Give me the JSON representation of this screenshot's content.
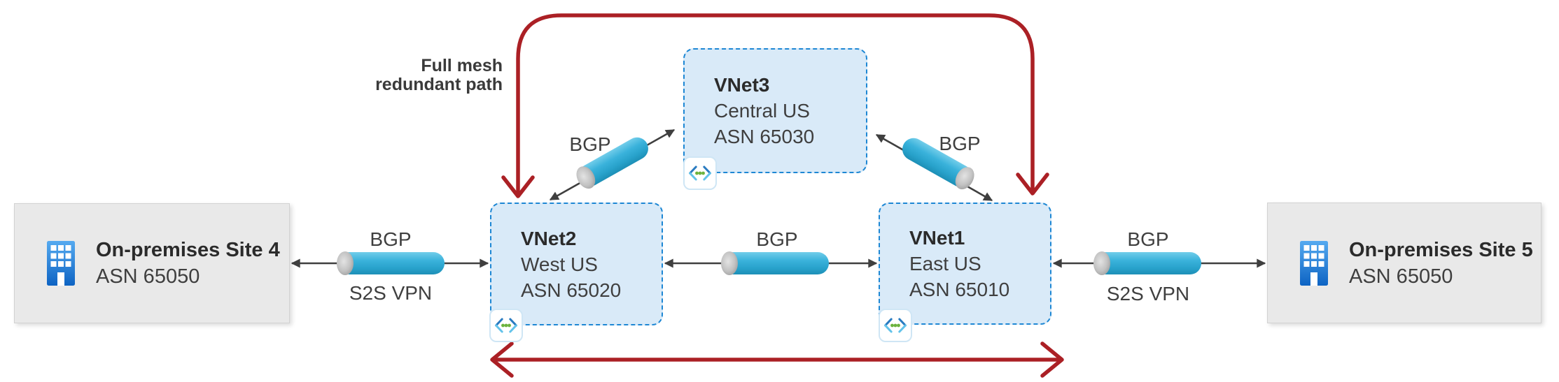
{
  "annotation": {
    "line1": "Full mesh",
    "line2": "redundant path"
  },
  "sites": [
    {
      "name": "On-premises Site 4",
      "asn": "ASN 65050"
    },
    {
      "name": "On-premises Site 5",
      "asn": "ASN 65050"
    }
  ],
  "vnets": [
    {
      "name": "VNet3",
      "region": "Central US",
      "asn": "ASN 65030"
    },
    {
      "name": "VNet2",
      "region": "West US",
      "asn": "ASN 65020"
    },
    {
      "name": "VNet1",
      "region": "East US",
      "asn": "ASN 65010"
    }
  ],
  "connections": [
    {
      "from": "On-premises Site 4",
      "to": "VNet2",
      "protocol": "BGP",
      "link": "S2S VPN"
    },
    {
      "from": "VNet2",
      "to": "VNet3",
      "protocol": "BGP"
    },
    {
      "from": "VNet3",
      "to": "VNet1",
      "protocol": "BGP"
    },
    {
      "from": "VNet2",
      "to": "VNet1",
      "protocol": "BGP"
    },
    {
      "from": "VNet1",
      "to": "On-premises Site 5",
      "protocol": "BGP",
      "link": "S2S VPN"
    }
  ],
  "colors": {
    "accent_red": "#ab2025",
    "tunnel_blue": "#3ab2db",
    "vnet_fill": "#d9eaf8",
    "vnet_border": "#1d87d4",
    "site_fill": "#e9e9e9",
    "building_blue": "#1a73d4",
    "vnet_icon_green": "#6cb33e",
    "arrow_dark": "#3f3f3f",
    "text": "#333333"
  }
}
